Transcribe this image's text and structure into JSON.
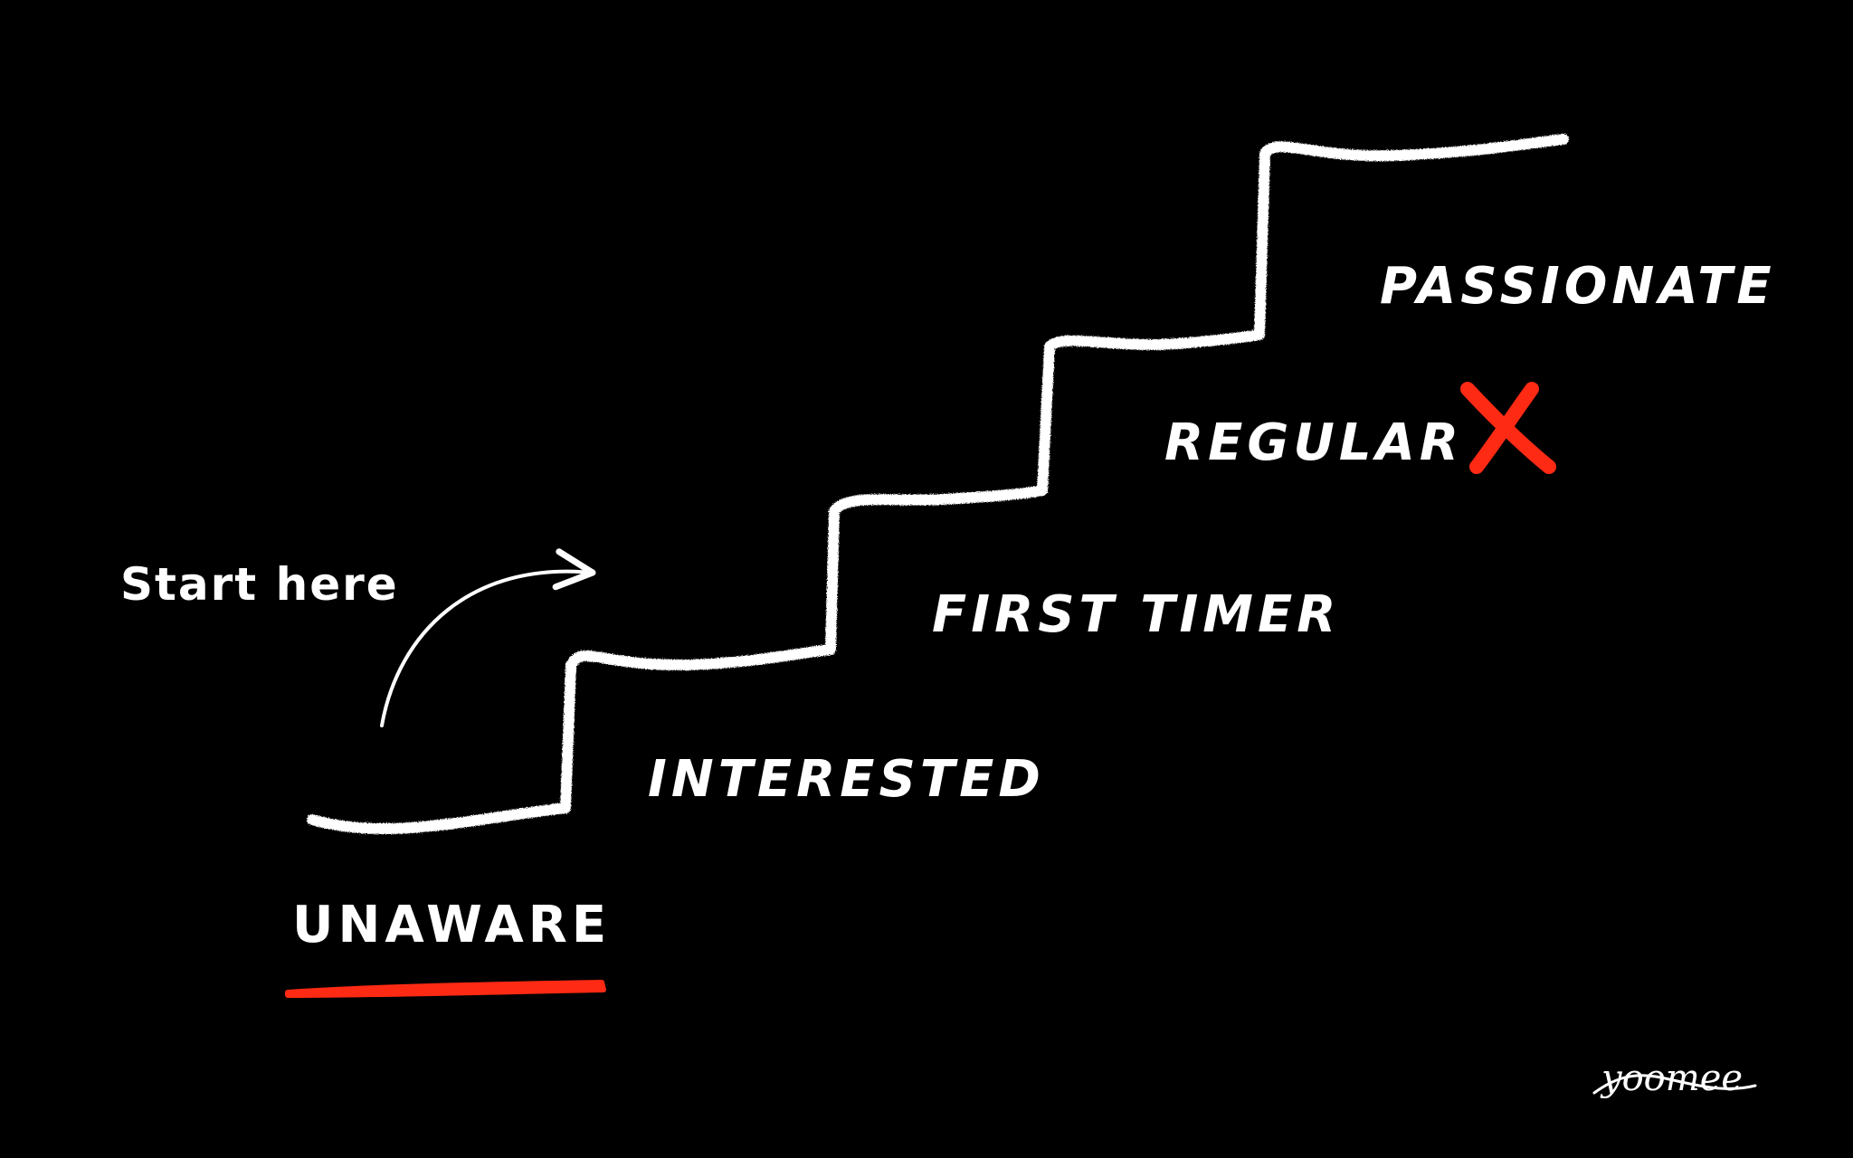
{
  "colors": {
    "background": "#000000",
    "chalk": "#ffffff",
    "accent": "#ff2a14"
  },
  "start": {
    "label": "Start here"
  },
  "stages": [
    {
      "label": "UNAWARE"
    },
    {
      "label": "INTERESTED"
    },
    {
      "label": "FIRST TIMER"
    },
    {
      "label": "REGULAR"
    },
    {
      "label": "PASSIONATE"
    }
  ],
  "markers": {
    "underline_stage": "UNAWARE",
    "cross_stage": "REGULAR"
  },
  "logo": {
    "text": "yoomee",
    "icon": "yoomee-logo-icon"
  }
}
